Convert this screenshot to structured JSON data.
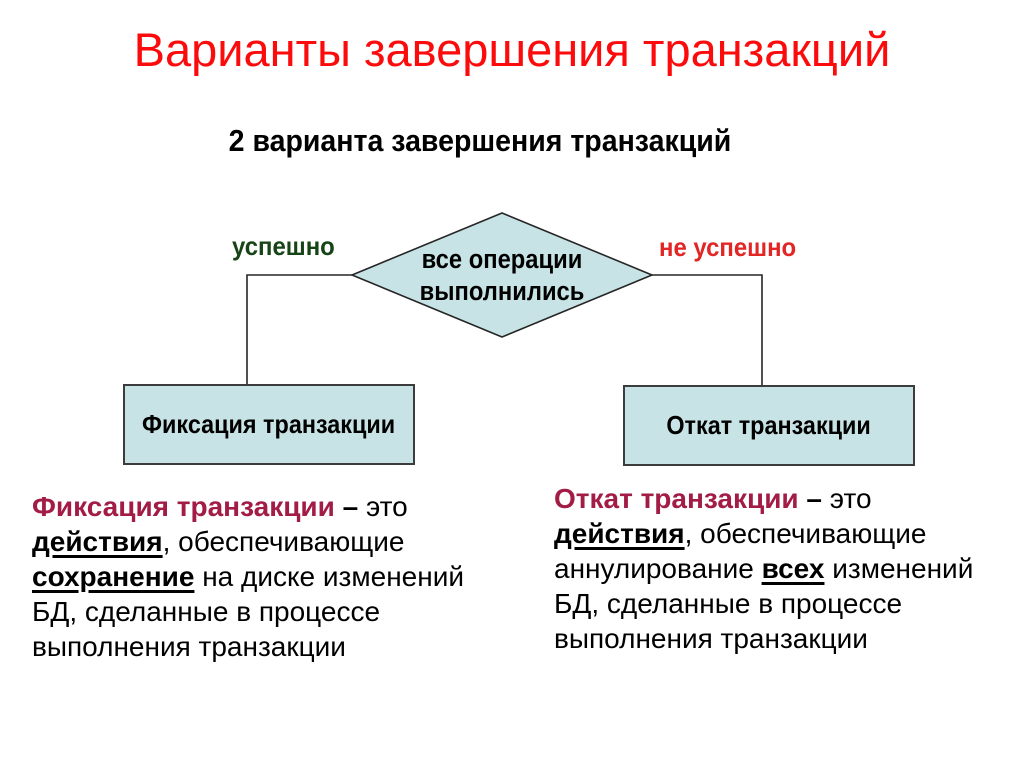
{
  "slide": {
    "title": "Варианты завершения транзакций",
    "subtitle": "2 варианта завершения транзакций",
    "colors": {
      "title_red": "#fb0b0b",
      "crimson": "#a21c46",
      "green": "#174417",
      "label_red": "#e22525",
      "shape_fill": "#c8e3e5",
      "shape_border": "#3c3c3c",
      "line": "#262626"
    }
  },
  "diagram": {
    "decision": {
      "line1": "все операции",
      "line2": "выполнились"
    },
    "branch_left_label": "успешно",
    "branch_right_label": "не успешно",
    "box_left": "Фиксация транзакции",
    "box_right": "Откат транзакции"
  },
  "definitions": {
    "left": {
      "lines": [
        [
          {
            "t": "Фиксация транзакции",
            "s": "head"
          },
          {
            "t": " – ",
            "s": "b"
          },
          {
            "t": "это",
            "s": ""
          }
        ],
        [
          {
            "t": "действия",
            "s": "bu"
          },
          {
            "t": ", обеспечивающие",
            "s": ""
          }
        ],
        [
          {
            "t": "сохранение",
            "s": "bu"
          },
          {
            "t": " на диске изменений",
            "s": ""
          }
        ],
        [
          {
            "t": "БД, сделанные в процессе",
            "s": ""
          }
        ],
        [
          {
            "t": "выполнения транзакции",
            "s": ""
          }
        ]
      ]
    },
    "right": {
      "lines": [
        [
          {
            "t": "Откат транзакции",
            "s": "head"
          },
          {
            "t": " – ",
            "s": "b"
          },
          {
            "t": "это",
            "s": ""
          }
        ],
        [
          {
            "t": "действия",
            "s": "bu"
          },
          {
            "t": ", обеспечивающие",
            "s": ""
          }
        ],
        [
          {
            "t": "аннулирование ",
            "s": ""
          },
          {
            "t": "всех",
            "s": "bu"
          },
          {
            "t": " изменений",
            "s": ""
          }
        ],
        [
          {
            "t": "БД, сделанные в процессе",
            "s": ""
          }
        ],
        [
          {
            "t": "выполнения транзакции",
            "s": ""
          }
        ]
      ]
    }
  }
}
